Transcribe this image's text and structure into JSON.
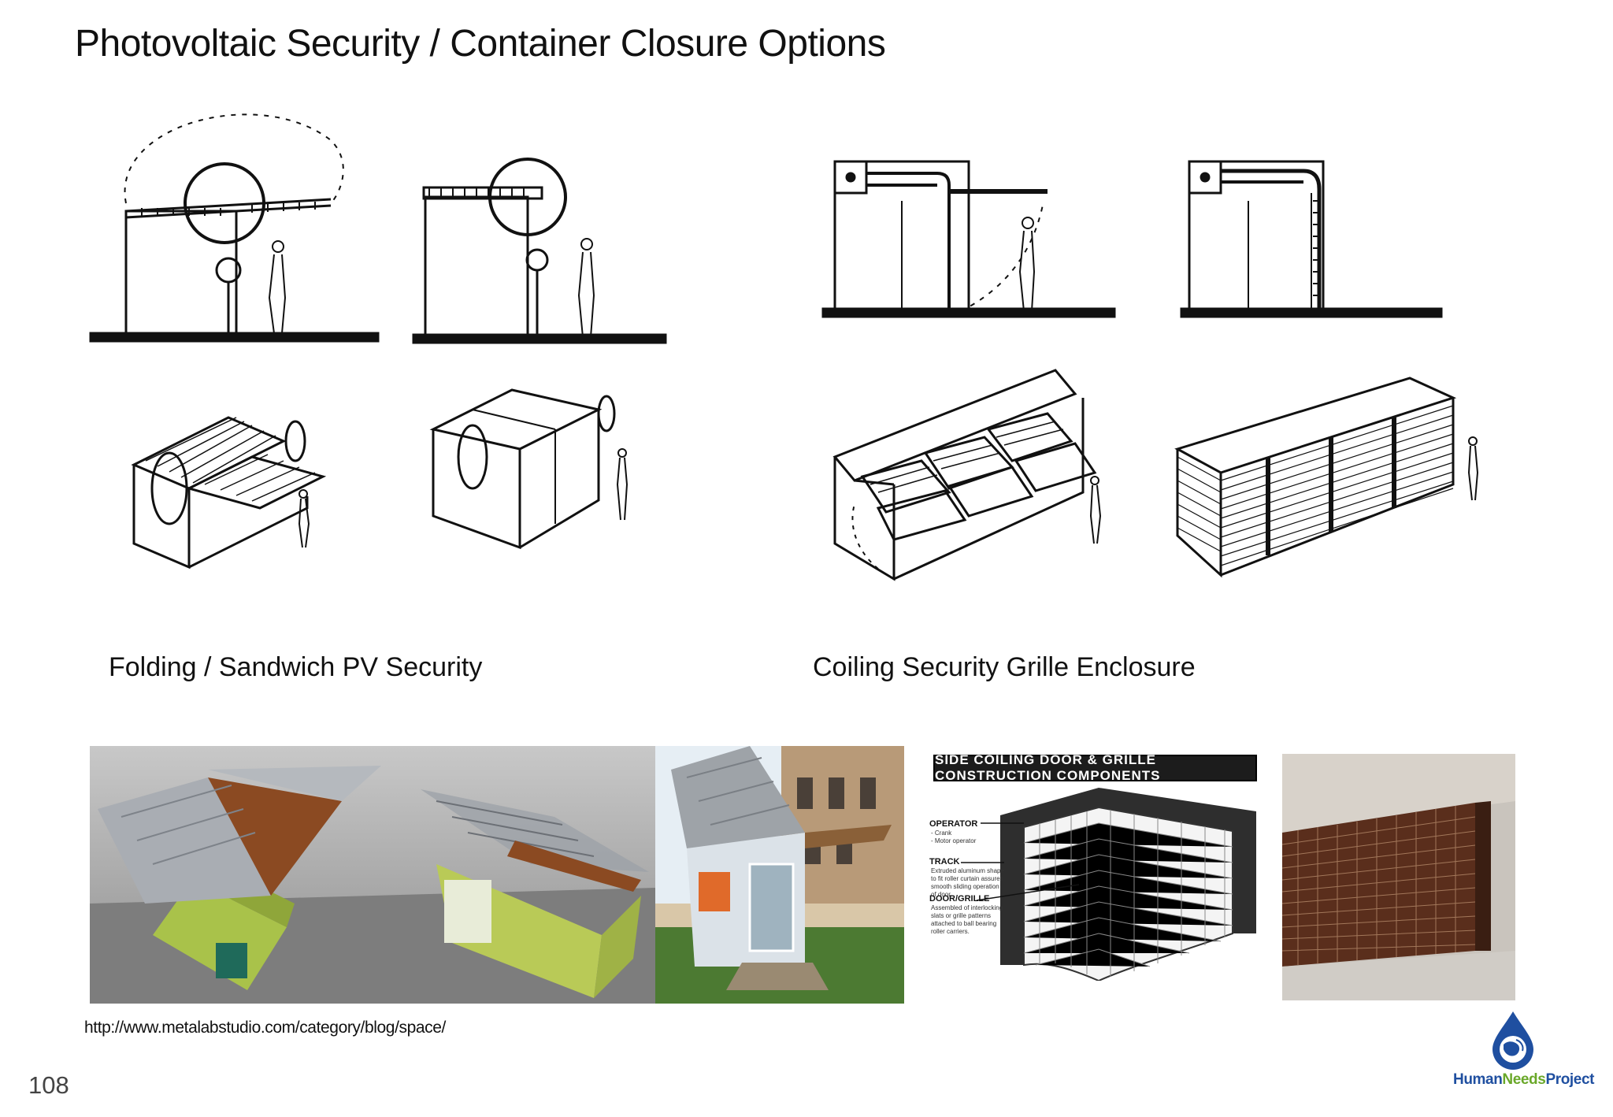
{
  "page": {
    "title": "Photovoltaic Security / Container Closure Options",
    "page_number": "108"
  },
  "captions": {
    "left": "Folding / Sandwich PV Security",
    "right": "Coiling Security Grille Enclosure"
  },
  "source_url": "http://www.metalabstudio.com/category/blog/space/",
  "diagram": {
    "title": "SIDE COILING DOOR & GRILLE CONSTRUCTION COMPONENTS",
    "operator": "OPERATOR",
    "operator_sub": "- Crank\n- Motor operator",
    "track": "TRACK",
    "track_sub": "Extruded aluminum shape to fit roller curtain assures smooth sliding operation of door.",
    "door": "DOOR/GRILLE",
    "door_sub": "Assembled of interlocking slats or grille patterns attached to ball bearing roller carriers."
  },
  "logo": {
    "part1": "Human",
    "part2": "Needs",
    "part3": "Project"
  },
  "colors": {
    "ink": "#111111",
    "logo_blue": "#1f4fa0",
    "logo_green": "#6aa829",
    "pv_panel": "#a9adb3",
    "container_green": "#a9c24a",
    "wood": "#8b4a22"
  }
}
